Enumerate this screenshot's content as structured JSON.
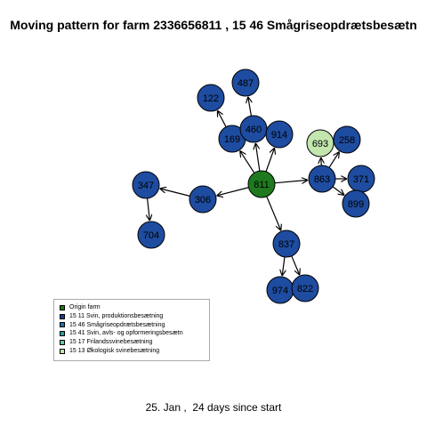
{
  "title": "Moving pattern for farm 2336656811 , 15 46 Smågriseopdrætsbesætn",
  "footer": "25. Jan ,  24 days since start",
  "colors": {
    "origin": "#1f7a1f",
    "production": "#1e4ca0",
    "light_green": "#c2e6ad",
    "edge": "#000000"
  },
  "nodes": [
    {
      "id": "811",
      "color": "origin"
    },
    {
      "id": "306",
      "color": "production"
    },
    {
      "id": "347",
      "color": "production"
    },
    {
      "id": "704",
      "color": "production"
    },
    {
      "id": "169",
      "color": "production"
    },
    {
      "id": "122",
      "color": "production"
    },
    {
      "id": "460",
      "color": "production"
    },
    {
      "id": "487",
      "color": "production"
    },
    {
      "id": "914",
      "color": "production"
    },
    {
      "id": "863",
      "color": "production"
    },
    {
      "id": "693",
      "color": "light_green"
    },
    {
      "id": "258",
      "color": "production"
    },
    {
      "id": "371",
      "color": "production"
    },
    {
      "id": "899",
      "color": "production"
    },
    {
      "id": "837",
      "color": "production"
    },
    {
      "id": "974",
      "color": "production"
    },
    {
      "id": "822",
      "color": "production"
    }
  ],
  "edges": [
    [
      "811",
      "306"
    ],
    [
      "306",
      "347"
    ],
    [
      "347",
      "704"
    ],
    [
      "811",
      "169"
    ],
    [
      "169",
      "122"
    ],
    [
      "811",
      "460"
    ],
    [
      "460",
      "487"
    ],
    [
      "811",
      "914"
    ],
    [
      "811",
      "863"
    ],
    [
      "863",
      "693"
    ],
    [
      "863",
      "258"
    ],
    [
      "863",
      "371"
    ],
    [
      "863",
      "899"
    ],
    [
      "811",
      "837"
    ],
    [
      "837",
      "974"
    ],
    [
      "837",
      "822"
    ]
  ],
  "legend": [
    {
      "label": "Origin farm",
      "color": "#1f7a1f"
    },
    {
      "label": "15 11 Svin, produktionsbesætning",
      "color": "#1e3f8f"
    },
    {
      "label": "15 46 Smågriseopdrætsbesætning",
      "color": "#2a6fa8"
    },
    {
      "label": "15 41 Svin, avls- og opformeringsbesætn",
      "color": "#2e9aa0"
    },
    {
      "label": "15 17 Frilandssvinebesætning",
      "color": "#6cc3a0"
    },
    {
      "label": "15 13 Økologisk svinebesætning",
      "color": "#c2e6ad"
    }
  ]
}
